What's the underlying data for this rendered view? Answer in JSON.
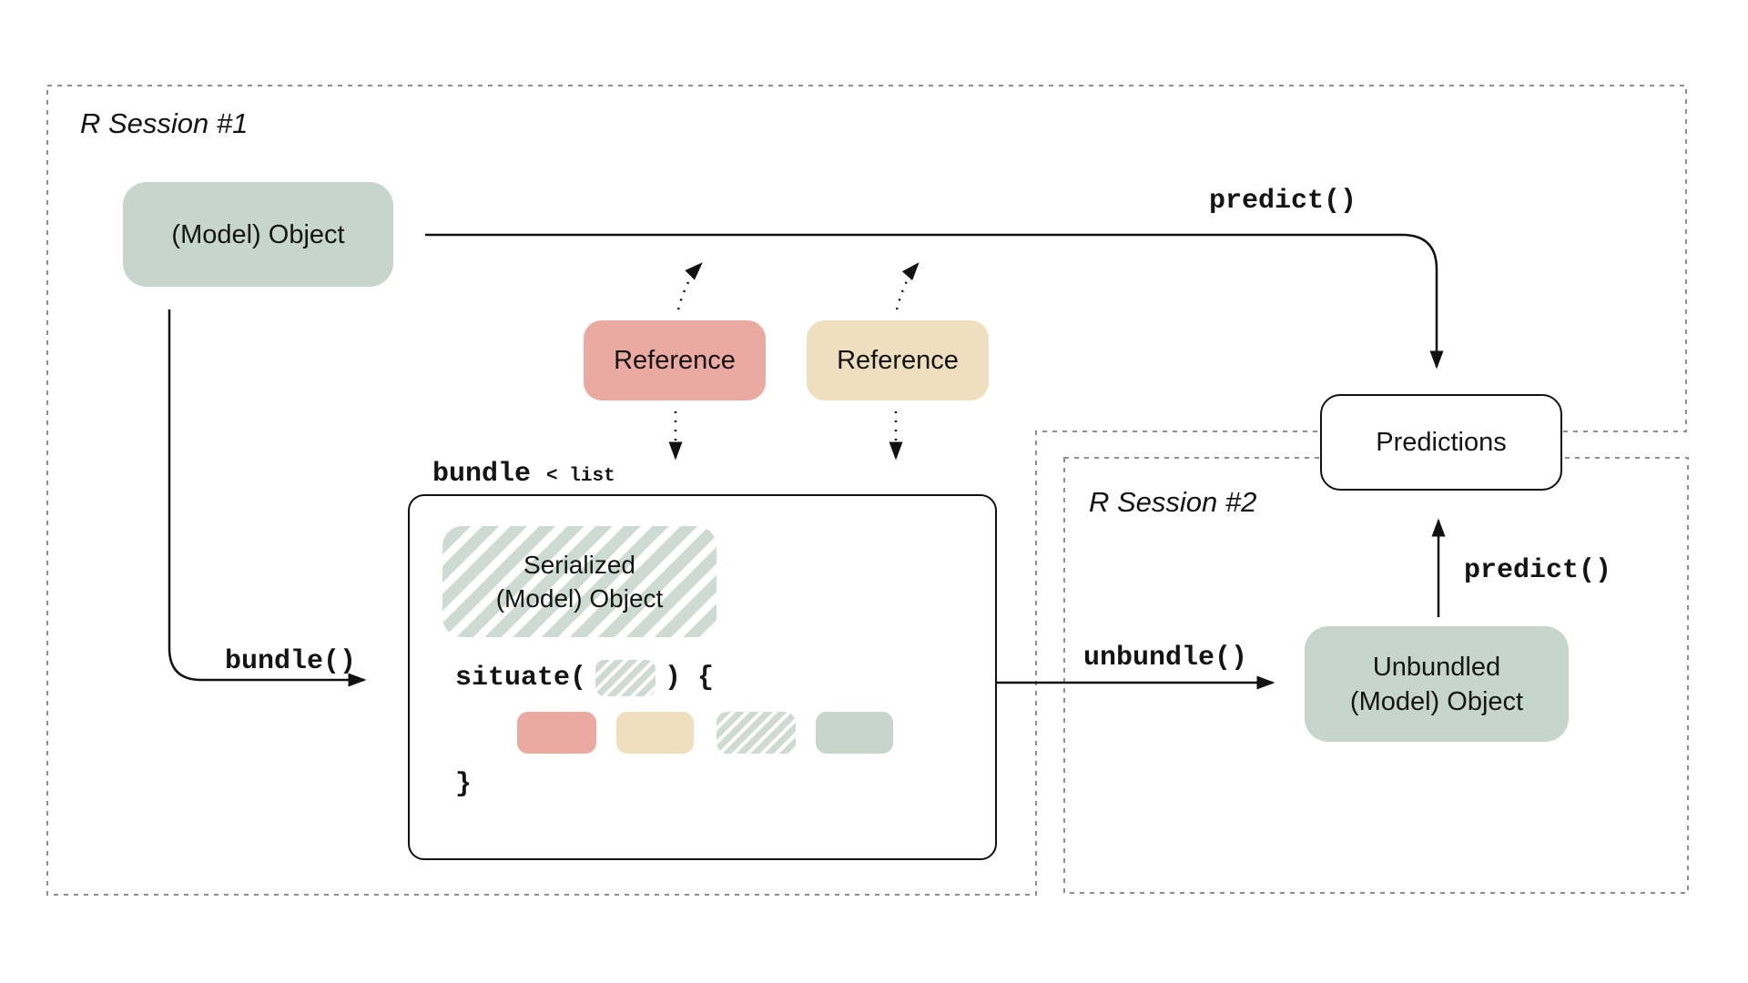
{
  "colors": {
    "sage": "#c7d6cd",
    "pink": "#ebaaa1",
    "tan": "#efdfbe",
    "stripe": "#cddbd2",
    "ink": "#141414",
    "dash": "#8f8f8f",
    "line": "#111111",
    "bg": "#ffffff"
  },
  "sessions": {
    "s1_label": "R Session #1",
    "s2_label": "R Session #2"
  },
  "nodes": {
    "model_object": {
      "label": "(Model) Object"
    },
    "reference_pink": {
      "label": "Reference"
    },
    "reference_tan": {
      "label": "Reference"
    },
    "predictions": {
      "label": "Predictions"
    },
    "unbundled_model": {
      "line1": "Unbundled",
      "line2": "(Model) Object"
    },
    "serialized_model": {
      "line1": "Serialized",
      "line2": "(Model) Object"
    }
  },
  "code": {
    "bundle_name": "bundle",
    "bundle_type": "< list",
    "situate_prefix": "situate(",
    "situate_suffix": ") {",
    "close_brace": "}"
  },
  "labels": {
    "predict_top": "predict()",
    "predict_right": "predict()",
    "bundle_fn": "bundle()",
    "unbundle_fn": "unbundle()"
  }
}
